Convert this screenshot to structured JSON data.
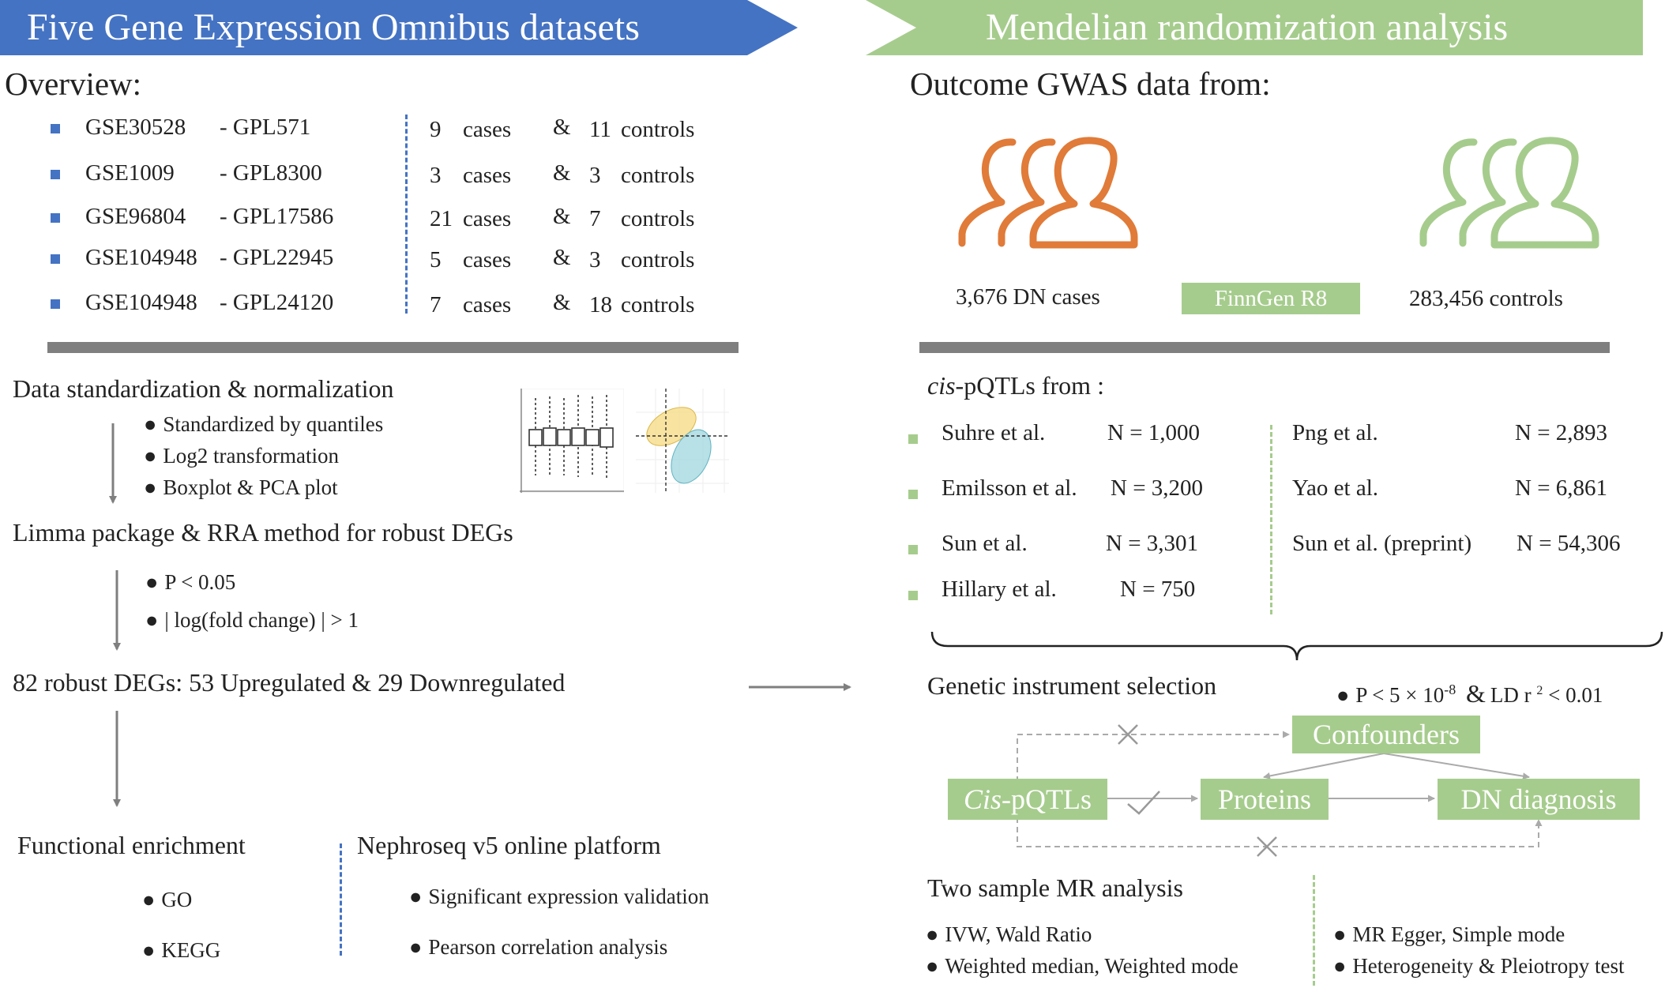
{
  "left_banner": "Five Gene Expression Omnibus datasets",
  "right_banner": "Mendelian randomization analysis",
  "overview": {
    "title": "Overview:",
    "datasets": [
      {
        "gse": "GSE30528",
        "gpl": "- GPL571",
        "cases": "9",
        "cases_label": "cases",
        "amp": "&",
        "controls": "11",
        "controls_label": "controls"
      },
      {
        "gse": "GSE1009",
        "gpl": "- GPL8300",
        "cases": "3",
        "cases_label": "cases",
        "amp": "&",
        "controls": "3",
        "controls_label": "controls"
      },
      {
        "gse": "GSE96804",
        "gpl": "- GPL17586",
        "cases": "21",
        "cases_label": "cases",
        "amp": "&",
        "controls": "7",
        "controls_label": "controls"
      },
      {
        "gse": "GSE104948",
        "gpl": "- GPL22945",
        "cases": "5",
        "cases_label": "cases",
        "amp": "&",
        "controls": "3",
        "controls_label": "controls"
      },
      {
        "gse": "GSE104948",
        "gpl": "- GPL24120",
        "cases": "7",
        "cases_label": "cases",
        "amp": "&",
        "controls": "18",
        "controls_label": "controls"
      }
    ]
  },
  "standardization": {
    "title": "Data standardization & normalization",
    "bullets": [
      "Standardized by quantiles",
      "Log2 transformation",
      "Boxplot & PCA plot"
    ]
  },
  "limma": {
    "title": "Limma package & RRA method for robust DEGs",
    "bullets": [
      "P < 0.05",
      "| log(fold change) | > 1"
    ]
  },
  "degs": "82 robust DEGs: 53 Upregulated & 29 Downregulated",
  "functional": {
    "title": "Functional enrichment",
    "bullets": [
      "GO",
      "KEGG"
    ]
  },
  "nephroseq": {
    "title": "Nephroseq v5 online platform",
    "bullets": [
      "Significant expression validation",
      "Pearson correlation analysis"
    ]
  },
  "outcome": {
    "title": "Outcome GWAS data from:",
    "cases": "3,676 DN cases",
    "source": "FinnGen R8",
    "controls": "283,456 controls",
    "cases_color": "#e07b39",
    "controls_color": "#a6cc8d"
  },
  "pqtl": {
    "title_italic": "cis",
    "title_rest": "-pQTLs from :",
    "left": [
      {
        "name": "Suhre et al.",
        "n": "N = 1,000"
      },
      {
        "name": "Emilsson et al.",
        "n": "N = 3,200"
      },
      {
        "name": "Sun et al.",
        "n": "N = 3,301"
      },
      {
        "name": "Hillary et al.",
        "n": "N = 750"
      }
    ],
    "right": [
      {
        "name": "Png et al.",
        "n": "N = 2,893"
      },
      {
        "name": "Yao et al.",
        "n": "N = 6,861"
      },
      {
        "name": "Sun et al. (preprint)",
        "n": "N = 54,306"
      }
    ]
  },
  "instrument": {
    "title": "Genetic instrument selection",
    "criteria_p": "P < 5 × 10",
    "criteria_exp": "-8",
    "criteria_amp": "&",
    "criteria_ld": "LD r",
    "criteria_ld_sup": "2",
    "criteria_ld_rest": " < 0.01"
  },
  "dag": {
    "confounders": "Confounders",
    "cis_italic": "Cis",
    "cis_rest": "-pQTLs",
    "proteins": "Proteins",
    "dn": "DN diagnosis"
  },
  "mr": {
    "title": "Two sample MR analysis",
    "left": [
      "IVW, Wald Ratio",
      "Weighted median, Weighted mode"
    ],
    "right": [
      "MR Egger, Simple mode",
      "Heterogeneity & Pleiotropy test"
    ]
  },
  "colors": {
    "blue": "#4573c3",
    "green": "#a6cc8d",
    "orange": "#e07b39",
    "grey": "#7f7f7f"
  }
}
